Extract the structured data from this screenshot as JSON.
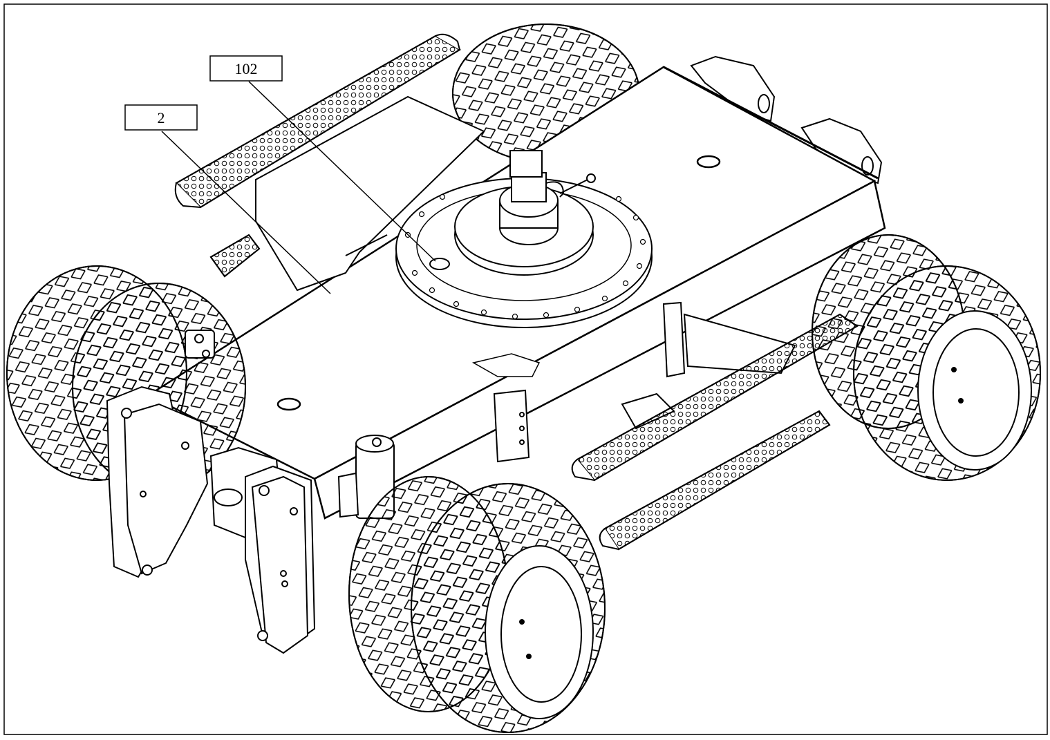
{
  "callouts": [
    {
      "id": "callout-102",
      "label": "102"
    },
    {
      "id": "callout-2",
      "label": "2"
    }
  ],
  "colors": {
    "line": "#000000",
    "background": "#ffffff"
  }
}
